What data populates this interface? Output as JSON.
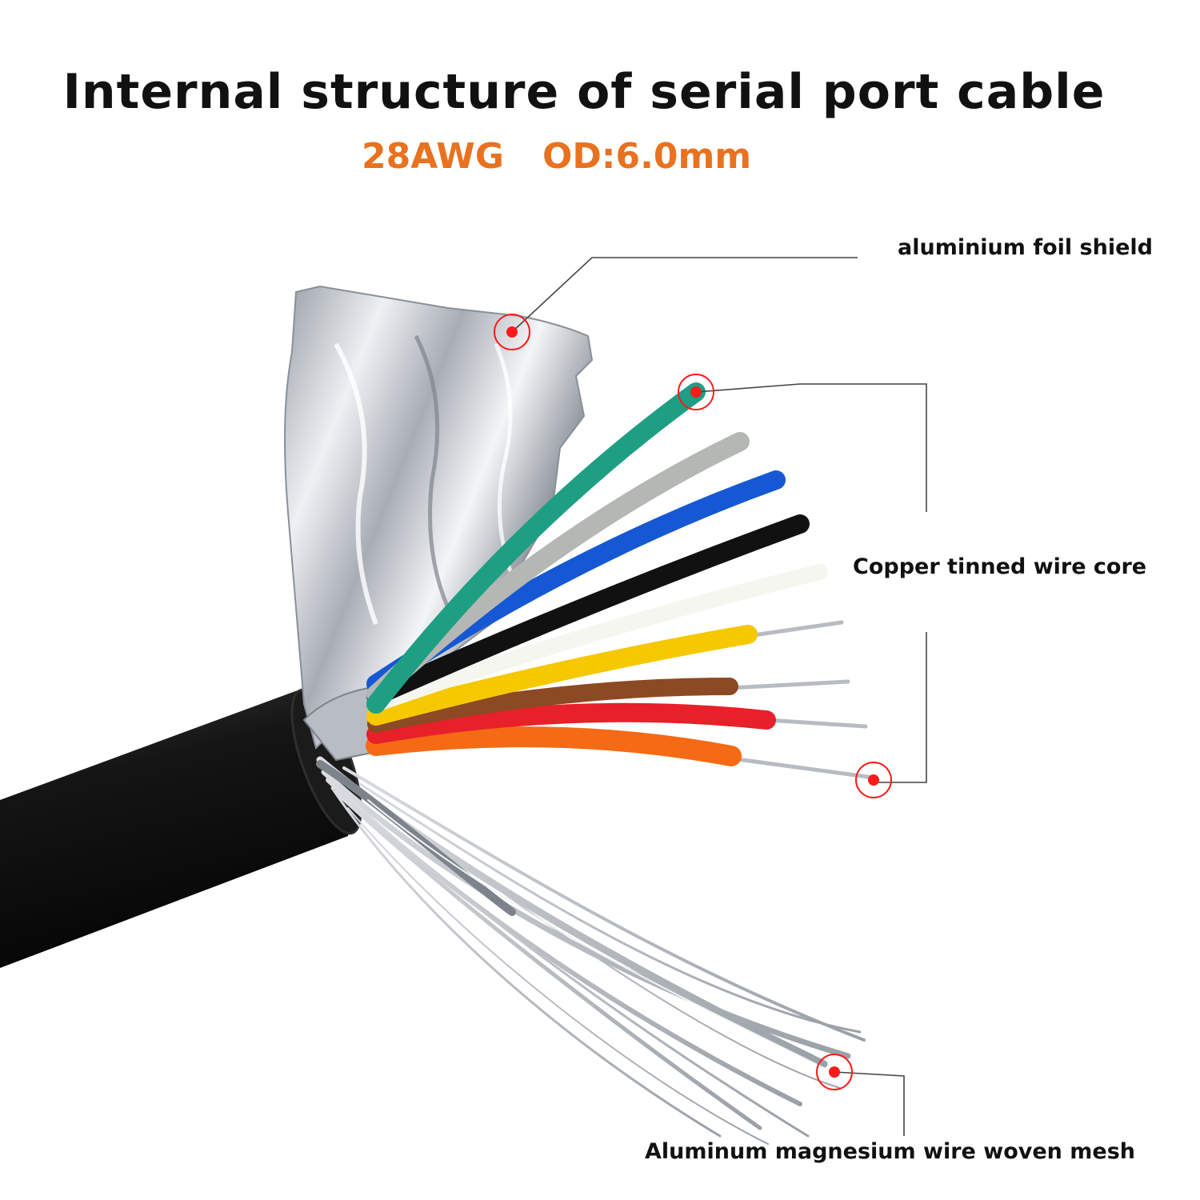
{
  "title": "Internal structure of serial port cable",
  "specs": {
    "gauge": "28AWG",
    "outer_diameter": "OD:6.0mm",
    "accent_color": "#e8721f"
  },
  "callouts": {
    "foil": "aluminium foil shield",
    "core": "Copper tinned wire core",
    "mesh": "Aluminum magnesium wire woven mesh"
  },
  "colors": {
    "marker": "#ff1a1a",
    "jacket": "#111111",
    "foil": "#c9ccd2",
    "wires": [
      "#1e9f83",
      "#b5b7b5",
      "#1658d4",
      "#111111",
      "#f6f6f0",
      "#f5c800",
      "#8c4a24",
      "#e8202a",
      "#f56a14"
    ]
  }
}
